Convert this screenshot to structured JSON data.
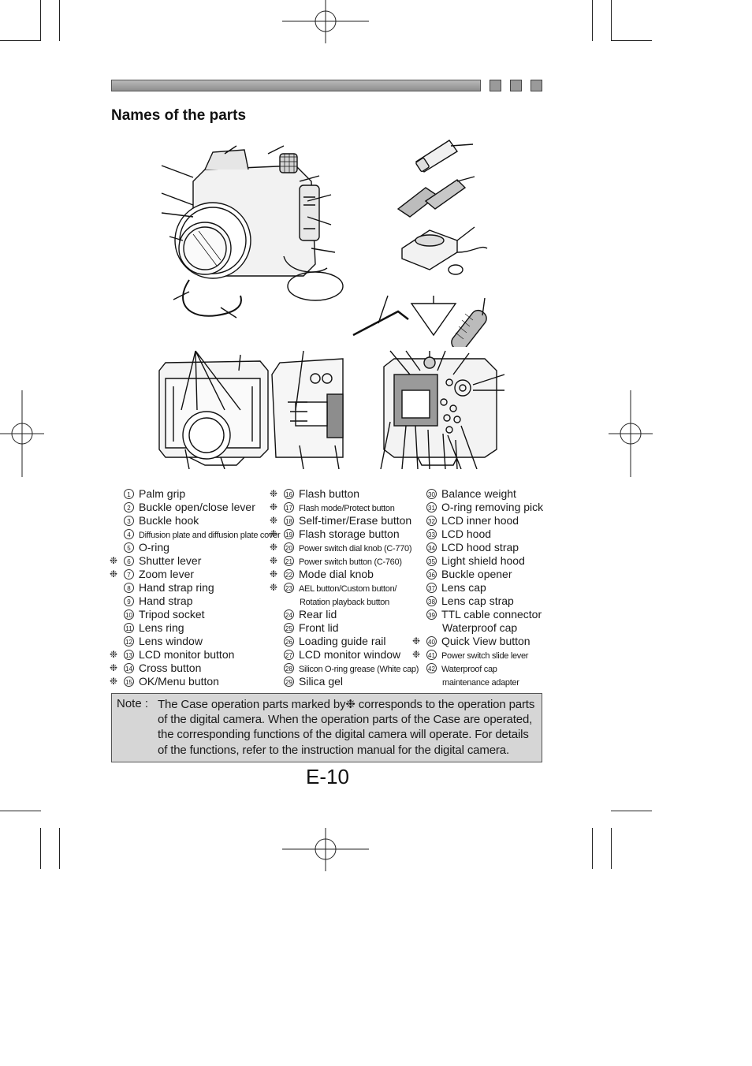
{
  "header": {
    "title": "Names of the parts"
  },
  "parts": {
    "col1": [
      {
        "num": "1",
        "mark": "",
        "label": "Palm grip",
        "small": false
      },
      {
        "num": "2",
        "mark": "",
        "label": "Buckle open/close lever",
        "small": false
      },
      {
        "num": "3",
        "mark": "",
        "label": "Buckle hook",
        "small": false
      },
      {
        "num": "4",
        "mark": "",
        "label": "Diffusion plate and diffusion plate cover",
        "small": true
      },
      {
        "num": "5",
        "mark": "",
        "label": "O-ring",
        "small": false
      },
      {
        "num": "6",
        "mark": "❉",
        "label": "Shutter lever",
        "small": false
      },
      {
        "num": "7",
        "mark": "❉",
        "label": "Zoom lever",
        "small": false
      },
      {
        "num": "8",
        "mark": "",
        "label": "Hand strap ring",
        "small": false
      },
      {
        "num": "9",
        "mark": "",
        "label": "Hand strap",
        "small": false
      },
      {
        "num": "10",
        "mark": "",
        "label": "Tripod socket",
        "small": false
      },
      {
        "num": "11",
        "mark": "",
        "label": "Lens ring",
        "small": false
      },
      {
        "num": "12",
        "mark": "",
        "label": "Lens window",
        "small": false
      },
      {
        "num": "13",
        "mark": "❉",
        "label": "LCD monitor button",
        "small": false
      },
      {
        "num": "14",
        "mark": "❉",
        "label": "Cross button",
        "small": false
      },
      {
        "num": "15",
        "mark": "❉",
        "label": "OK/Menu button",
        "small": false
      }
    ],
    "col2": [
      {
        "num": "16",
        "mark": "❉",
        "label": "Flash button",
        "small": false
      },
      {
        "num": "17",
        "mark": "❉",
        "label": "Flash mode/Protect button",
        "small": true
      },
      {
        "num": "18",
        "mark": "❉",
        "label": "Self-timer/Erase button",
        "small": false
      },
      {
        "num": "19",
        "mark": "❉",
        "label": "Flash storage button",
        "small": false
      },
      {
        "num": "20",
        "mark": "❉",
        "label": "Power switch dial knob (C-770)",
        "small": true
      },
      {
        "num": "21",
        "mark": "❉",
        "label": "Power switch button (C-760)",
        "small": true
      },
      {
        "num": "22",
        "mark": "❉",
        "label": "Mode dial knob",
        "small": false
      },
      {
        "num": "23",
        "mark": "❉",
        "label": "AEL button/Custom button/",
        "small": true
      },
      {
        "num": "",
        "mark": "",
        "label": "Rotation playback button",
        "small": true
      },
      {
        "num": "24",
        "mark": "",
        "label": "Rear lid",
        "small": false
      },
      {
        "num": "25",
        "mark": "",
        "label": "Front lid",
        "small": false
      },
      {
        "num": "26",
        "mark": "",
        "label": "Loading guide rail",
        "small": false
      },
      {
        "num": "27",
        "mark": "",
        "label": "LCD monitor window",
        "small": false
      },
      {
        "num": "28",
        "mark": "",
        "label": "Silicon O-ring grease (White cap)",
        "small": true
      },
      {
        "num": "29",
        "mark": "",
        "label": "Silica gel",
        "small": false
      }
    ],
    "col3": [
      {
        "num": "30",
        "mark": "",
        "label": "Balance weight",
        "small": false
      },
      {
        "num": "31",
        "mark": "",
        "label": "O-ring removing pick",
        "small": false
      },
      {
        "num": "32",
        "mark": "",
        "label": "LCD inner hood",
        "small": false
      },
      {
        "num": "33",
        "mark": "",
        "label": "LCD hood",
        "small": false
      },
      {
        "num": "34",
        "mark": "",
        "label": "LCD hood strap",
        "small": false
      },
      {
        "num": "35",
        "mark": "",
        "label": "Light shield hood",
        "small": false
      },
      {
        "num": "36",
        "mark": "",
        "label": "Buckle opener",
        "small": false
      },
      {
        "num": "37",
        "mark": "",
        "label": "Lens cap",
        "small": false
      },
      {
        "num": "38",
        "mark": "",
        "label": "Lens cap strap",
        "small": false
      },
      {
        "num": "39",
        "mark": "",
        "label": "TTL cable connector",
        "small": false
      },
      {
        "num": "",
        "mark": "",
        "label": "Waterproof cap",
        "small": false
      },
      {
        "num": "40",
        "mark": "❉",
        "label": "Quick View button",
        "small": false
      },
      {
        "num": "41",
        "mark": "❉",
        "label": "Power switch slide lever",
        "small": true
      },
      {
        "num": "42",
        "mark": "",
        "label": "Waterproof cap",
        "small": true
      },
      {
        "num": "",
        "mark": "",
        "label": "maintenance adapter",
        "small": true
      }
    ]
  },
  "note": {
    "label": "Note :",
    "text": "The Case operation parts marked by❉ corresponds to the operation parts of the digital camera. When the operation parts of the Case are operated, the corresponding functions of the digital camera will operate. For details of the functions, refer to the instruction manual for the digital camera."
  },
  "page_number": "E-10",
  "illustrations": {
    "main_housing": "camera-housing-front-illustration",
    "accessories": "accessories-illustration",
    "rear_open": "housing-open-rear-view-illustration",
    "rear_closed": "housing-back-view-illustration"
  }
}
